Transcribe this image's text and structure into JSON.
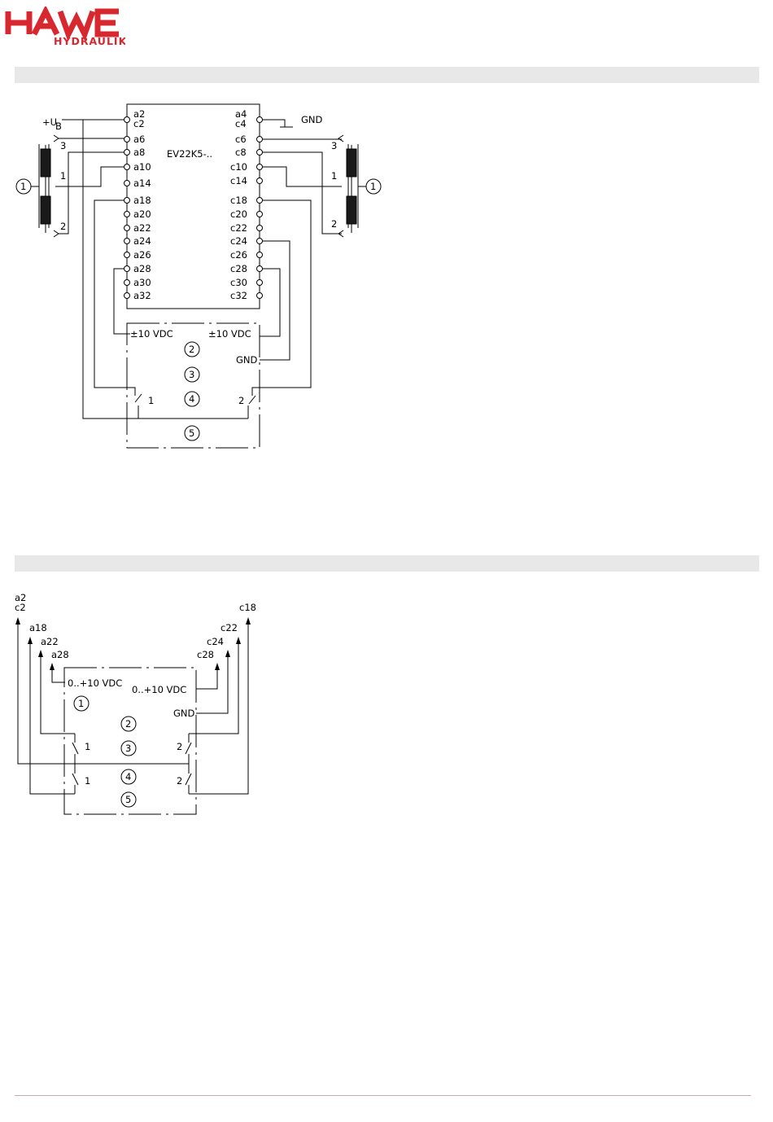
{
  "logo": {
    "brand": "HAWE",
    "subtitle": "HYDRAULIK",
    "color": "#d8282f"
  },
  "diagram1": {
    "module_label": "EV22K5-..",
    "supply_label": "+U",
    "supply_sub": "B",
    "gnd_top": "GND",
    "left_pins": [
      "a2",
      "c2",
      "a6",
      "a8",
      "a10",
      "a14",
      "a18",
      "a20",
      "a22",
      "a24",
      "a26",
      "a28",
      "a30",
      "a32"
    ],
    "right_pins": [
      "a4",
      "c4",
      "c6",
      "c8",
      "c10",
      "c14",
      "c18",
      "c20",
      "c22",
      "c24",
      "c26",
      "c28",
      "c30",
      "c32"
    ],
    "coil_pins": {
      "p3": "3",
      "p1": "1",
      "p2": "2"
    },
    "vdc_left": "±10  VDC",
    "vdc_right": "±10  VDC",
    "gnd_box": "GND",
    "switch1": "1",
    "switch2": "2",
    "callouts": [
      "1",
      "2",
      "3",
      "4",
      "5"
    ]
  },
  "diagram2": {
    "top_a2": "a2",
    "top_c2": "c2",
    "a18": "a18",
    "a22": "a22",
    "a28": "a28",
    "c18": "c18",
    "c22": "c22",
    "c24": "c24",
    "c28": "c28",
    "vdc_left": "0..+10  VDC",
    "vdc_right": "0..+10  VDC",
    "gnd_box": "GND",
    "sw_upper_left": "1",
    "sw_upper_right": "2",
    "sw_lower_left": "1",
    "sw_lower_right": "2",
    "callouts": [
      "1",
      "2",
      "3",
      "4",
      "5"
    ]
  }
}
